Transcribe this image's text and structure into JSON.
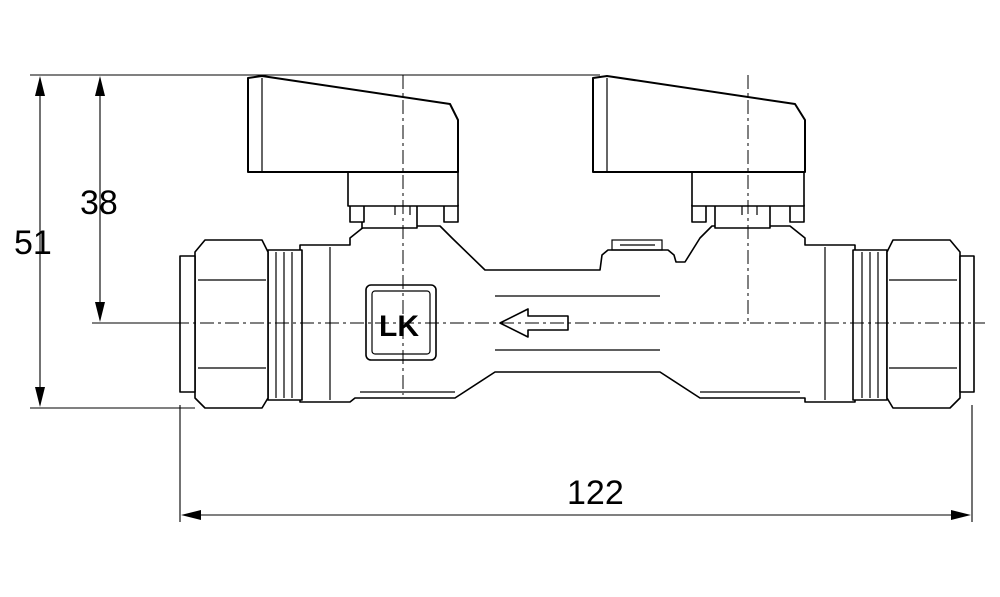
{
  "drawing": {
    "dimensions": {
      "overall_height": "51",
      "axis_height": "38",
      "overall_length": "122"
    },
    "logo": {
      "text": "LK"
    },
    "flow_direction": "right-to-left"
  }
}
